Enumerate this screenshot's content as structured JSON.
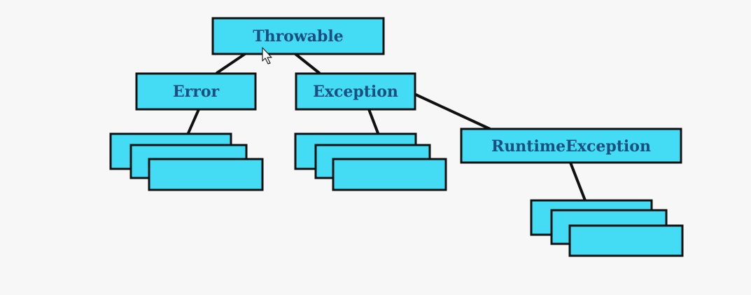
{
  "diagram": {
    "nodes": {
      "throwable": {
        "label": "Throwable"
      },
      "error": {
        "label": "Error"
      },
      "exception": {
        "label": "Exception"
      },
      "runtime_exception": {
        "label": "RuntimeException"
      }
    },
    "colors": {
      "box_fill": "#43dcf4",
      "box_stroke": "#111111",
      "label_text": "#1a4f80",
      "background": "#f7f7f7"
    },
    "cursor_icon": "mouse-pointer-icon"
  }
}
